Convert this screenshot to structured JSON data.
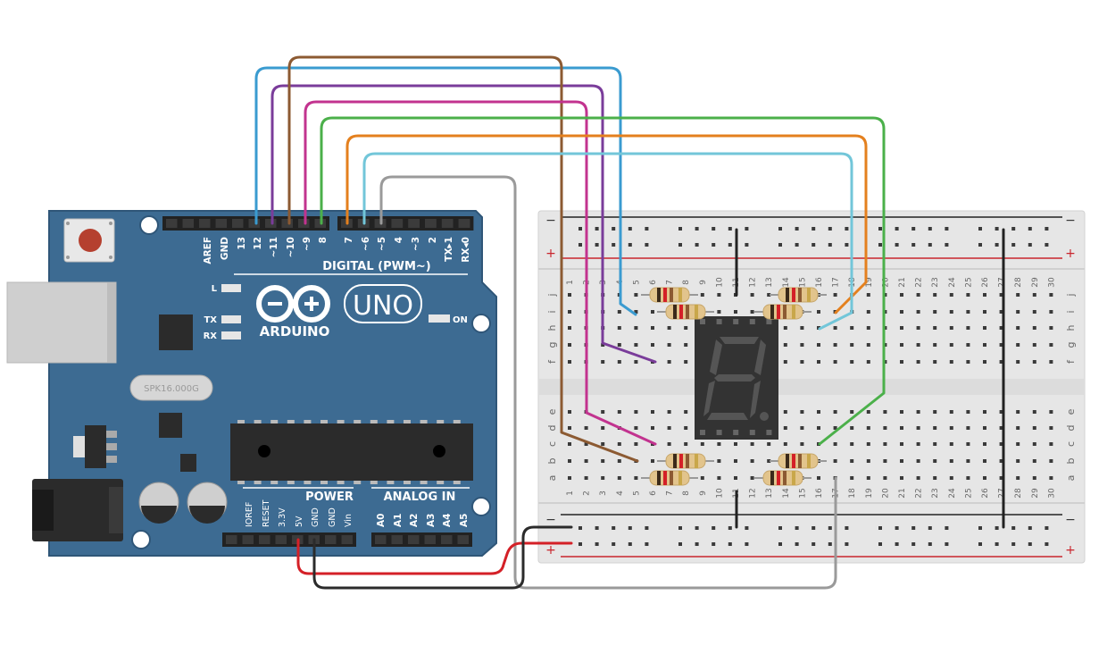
{
  "arduino": {
    "brand": "ARDUINO",
    "model": "UNO",
    "digital_header": [
      "AREF",
      "GND",
      "13",
      "12",
      "~11",
      "~10",
      "~9",
      "8",
      "7",
      "~6",
      "~5",
      "4",
      "~3",
      "2",
      "TX▸1",
      "RX◂0"
    ],
    "digital_title": "DIGITAL (PWM~)",
    "power_pins": [
      "IOREF",
      "RESET",
      "3.3V",
      "5V",
      "GND",
      "GND",
      "Vin"
    ],
    "power_title": "POWER",
    "analog_pins": [
      "A0",
      "A1",
      "A2",
      "A3",
      "A4",
      "A5"
    ],
    "analog_title": "ANALOG IN",
    "led_l": "L",
    "led_tx": "TX",
    "led_rx": "RX",
    "led_on": "ON",
    "crystal_text": "SPK16.000G"
  },
  "breadboard": {
    "columns": [
      "1",
      "2",
      "3",
      "4",
      "5",
      "6",
      "7",
      "8",
      "9",
      "10",
      "11",
      "12",
      "13",
      "14",
      "15",
      "16",
      "17",
      "18",
      "19",
      "20",
      "21",
      "22",
      "23",
      "24",
      "25",
      "26",
      "27",
      "28",
      "29",
      "30"
    ],
    "top_rows": [
      "j",
      "i",
      "h",
      "g",
      "f"
    ],
    "bottom_rows": [
      "e",
      "d",
      "c",
      "b",
      "a"
    ],
    "rail_minus": "−",
    "rail_plus": "+"
  },
  "colors": {
    "board": "#3d6b92",
    "board_edge": "#2f5678",
    "breadboard": "#e9e9e9",
    "rail_red": "#c9252d",
    "rail_dark": "#222222",
    "wire_blue": "#3a9bd0",
    "wire_purple": "#7a3c9a",
    "wire_brown": "#8c5a32",
    "wire_magenta": "#c2338f",
    "wire_green": "#4bb04a",
    "wire_orange": "#e4801e",
    "wire_cyan": "#72c6d9",
    "wire_gray": "#9a9a9a",
    "wire_red": "#d42027",
    "wire_black": "#2b2b2b"
  },
  "icons": [
    "arduino-infinity-logo-icon",
    "usb-port-icon",
    "dc-barrel-jack-icon",
    "reset-button-icon"
  ]
}
